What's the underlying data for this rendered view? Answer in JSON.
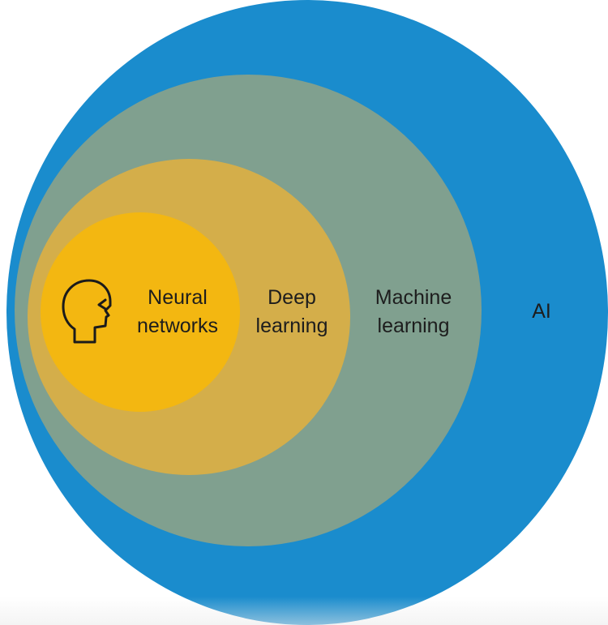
{
  "diagram": {
    "sets": [
      {
        "id": "ai",
        "label_lines": [
          "AI"
        ],
        "color": "#1a8ccd"
      },
      {
        "id": "machine_learning",
        "label_lines": [
          "Machine",
          "learning"
        ],
        "color": "#80a08f"
      },
      {
        "id": "deep_learning",
        "label_lines": [
          "Deep",
          "learning"
        ],
        "color": "#d4ae4a"
      },
      {
        "id": "neural_networks",
        "label_lines": [
          "Neural",
          "networks"
        ],
        "color": "#f3b711"
      }
    ],
    "icon": "head-profile-icon"
  }
}
